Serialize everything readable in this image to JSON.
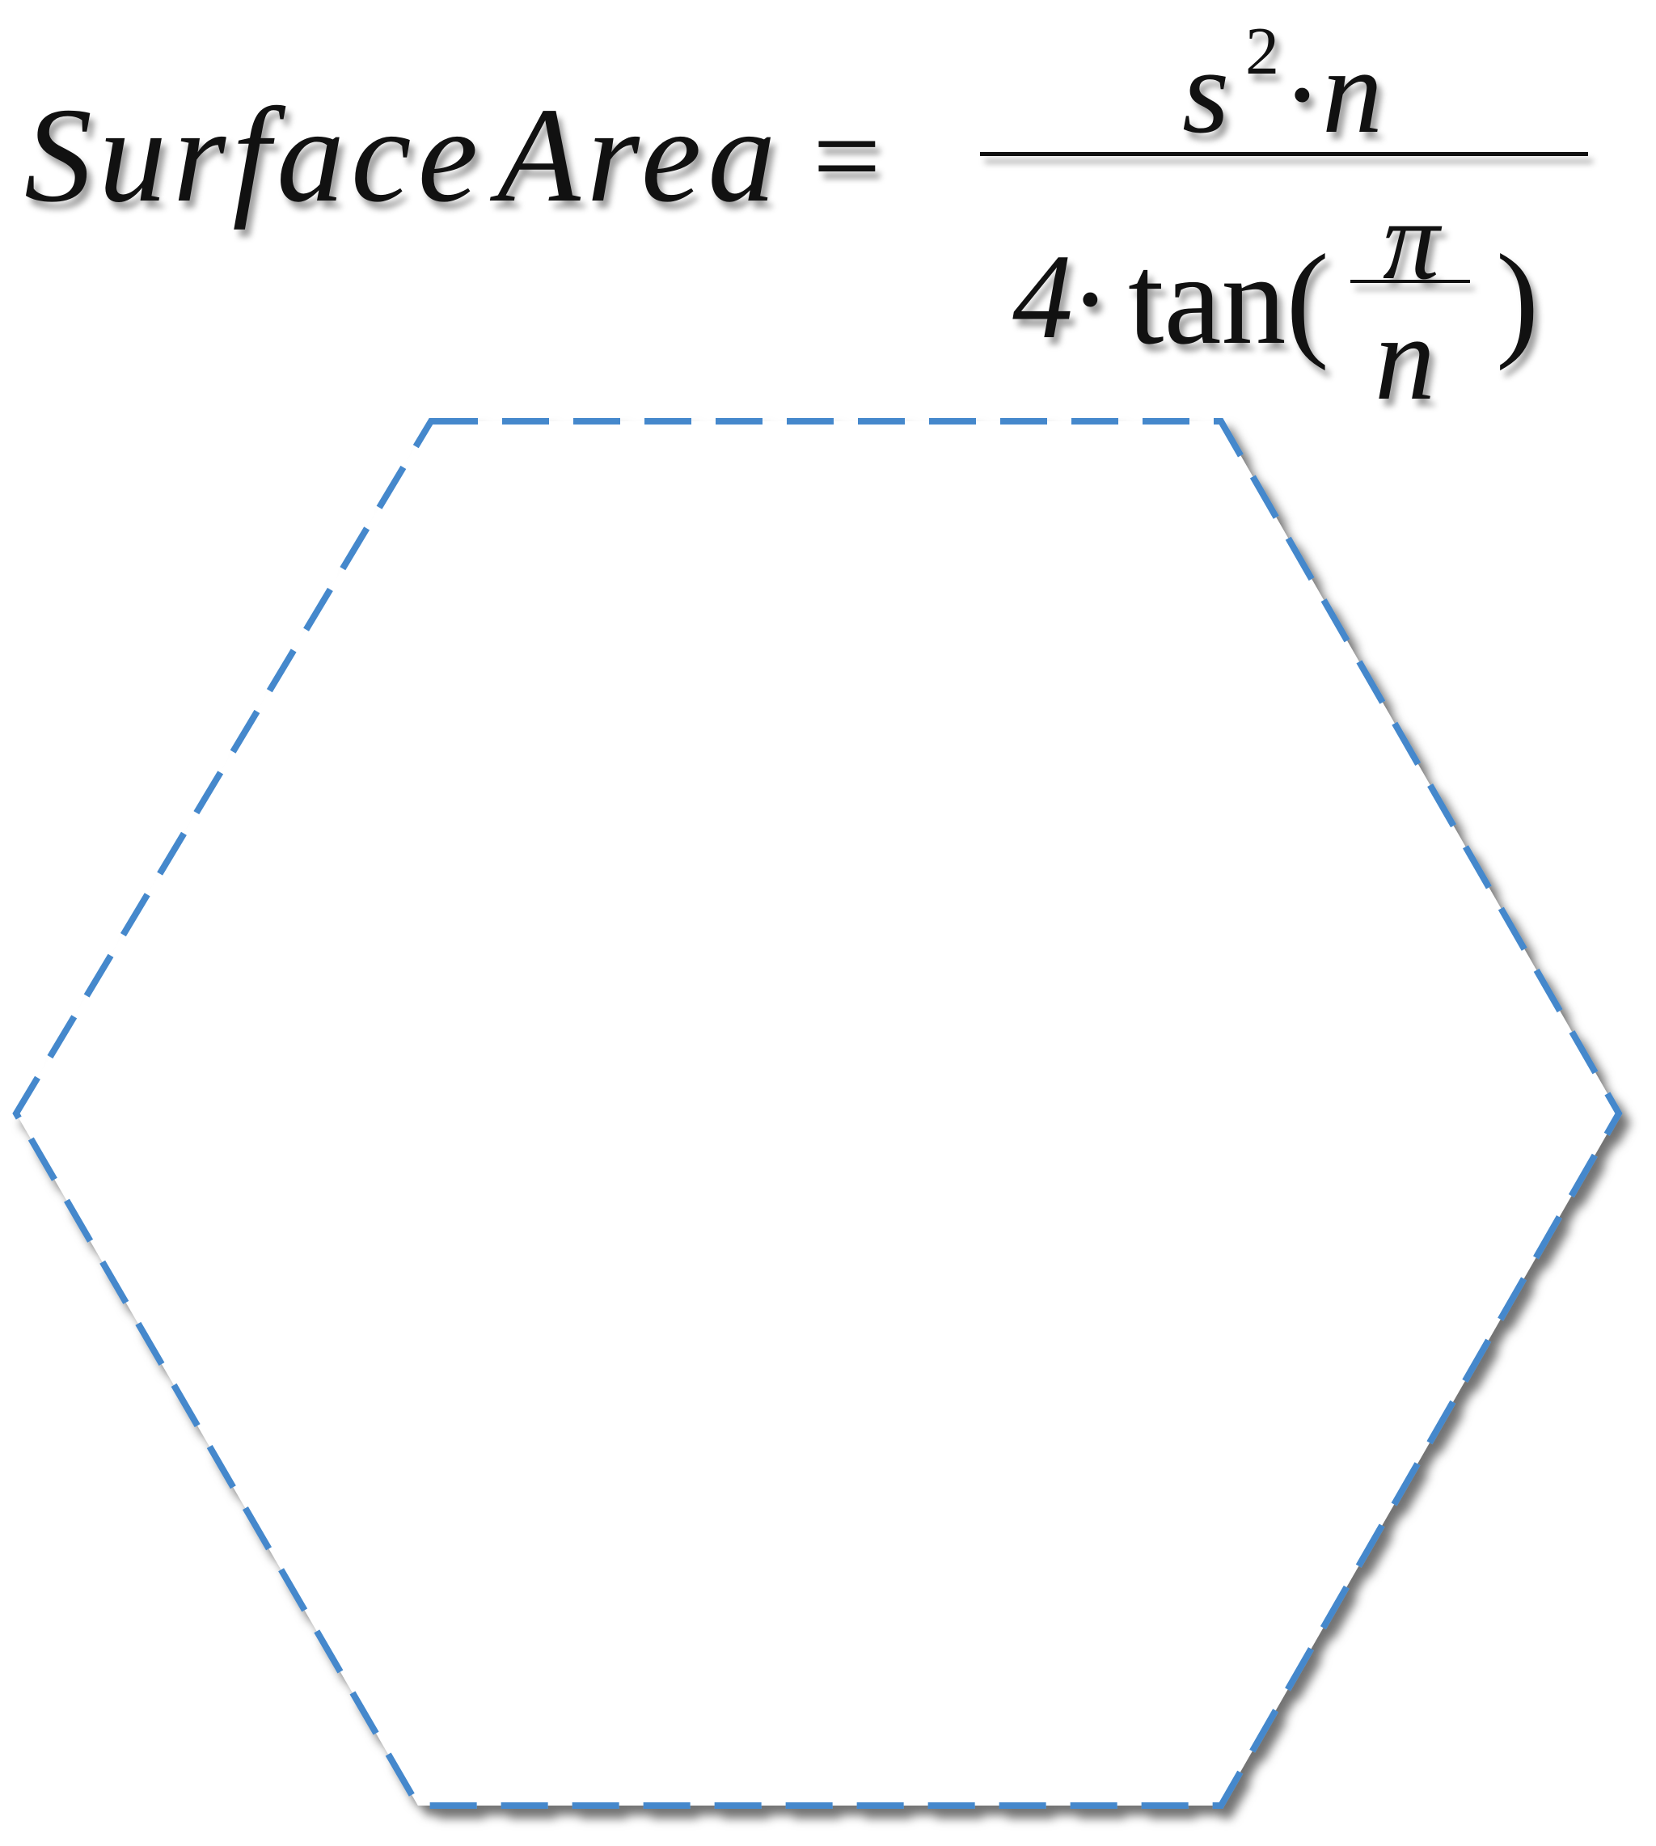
{
  "formula": {
    "lhs_word1": "Surface",
    "lhs_word2": "Area",
    "equals": "=",
    "numerator": {
      "base": "s",
      "exponent": "2",
      "operator": "·",
      "variable": "n"
    },
    "denominator": {
      "coefficient": "4",
      "operator": "·",
      "function": "tan(",
      "inner_numerator": "π",
      "inner_denominator": "n",
      "close": ")"
    }
  },
  "shape": {
    "kind": "hexagon",
    "sides": 6,
    "stroke_color": "#4488cc",
    "dashed": true
  }
}
